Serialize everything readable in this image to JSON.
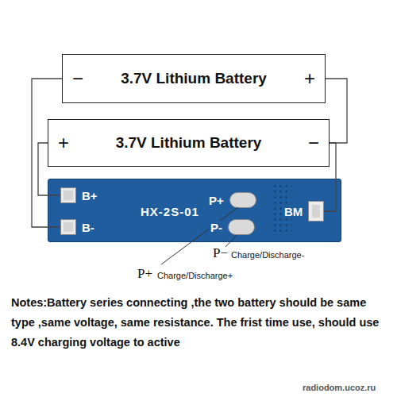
{
  "diagram": {
    "nodes": [
      {
        "text": [
          "−",
          "3.7V Lithium Battery",
          "+"
        ]
      },
      {
        "text": [
          "+",
          "3.7V Lithium Battery",
          "−"
        ]
      },
      {
        "text": [
          "HX-2S-01"
        ]
      },
      {
        "text": [
          "B+"
        ],
        "in": 2
      },
      {
        "text": [
          "B-"
        ],
        "in": 2
      },
      {
        "text": [
          "P+"
        ],
        "in": 2
      },
      {
        "text": [
          "P-"
        ],
        "in": 2
      },
      {
        "text": [
          "BM"
        ],
        "in": 2
      }
    ],
    "edges": [
      {
        "from": 0,
        "to": 4,
        "arrow": "none"
      },
      {
        "from": 0,
        "to": 1,
        "arrow": "none"
      },
      {
        "from": 1,
        "to": 3,
        "arrow": "none"
      },
      {
        "from": 1,
        "to": 7,
        "arrow": "none"
      }
    ],
    "labels": [
      "P−",
      "Charge/Discharge-",
      "P+",
      "Charge/Discharge+",
      "Notes:Battery series connecting ,the two battery should be same type ,same voltage, same resistance. The frist time use, should use 8.4V charging voltage to active",
      "radiodom.ucoz.ru"
    ]
  }
}
